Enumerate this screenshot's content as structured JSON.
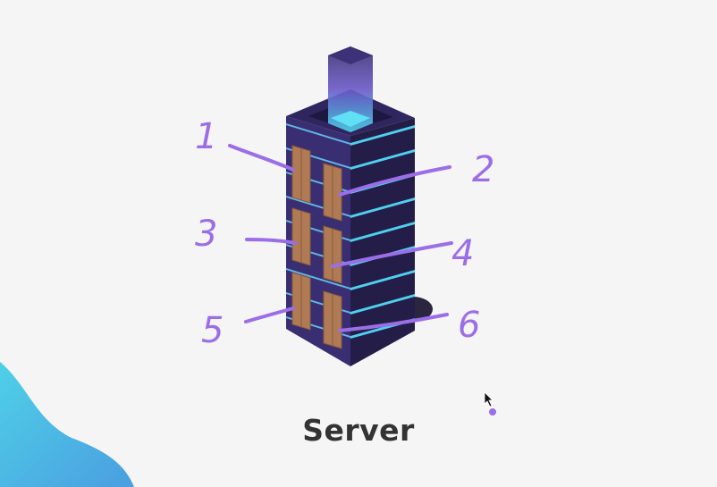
{
  "caption": "Server",
  "annotations": [
    "1",
    "2",
    "3",
    "4",
    "5",
    "6"
  ],
  "colors": {
    "annotation": "#9b6ee8",
    "tower_dark": "#2a2350",
    "tower_mid": "#3b2f70",
    "glow": "#4fd0f0",
    "door": "#b07a55",
    "background": "#f5f5f5",
    "blob": "#4cc3e6"
  }
}
